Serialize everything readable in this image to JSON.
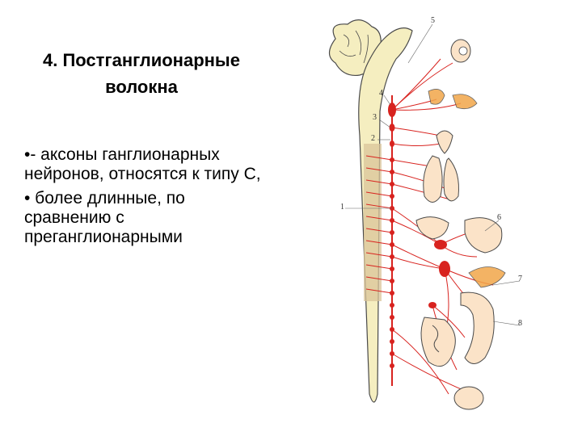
{
  "slide": {
    "title_line1": "4. Постганглионарные",
    "title_line2": "волокна",
    "bullets": [
      "•- аксоны ганглионарных нейронов, относятся к типу С,",
      "• более длинные, по сравнению с преганглионарными"
    ]
  },
  "illustration": {
    "subject": "sympathetic-nervous-system-diagram",
    "labels": [
      "1",
      "2",
      "3",
      "4",
      "5",
      "6",
      "7",
      "8"
    ],
    "colors": {
      "spinal_cord": "#f5eec0",
      "outline": "#4a4a4a",
      "nerves": "#d8231f",
      "organs": "#fbe3c8",
      "organ_accent": "#f2a64a",
      "spinal_segment": "#d9c49a"
    }
  }
}
